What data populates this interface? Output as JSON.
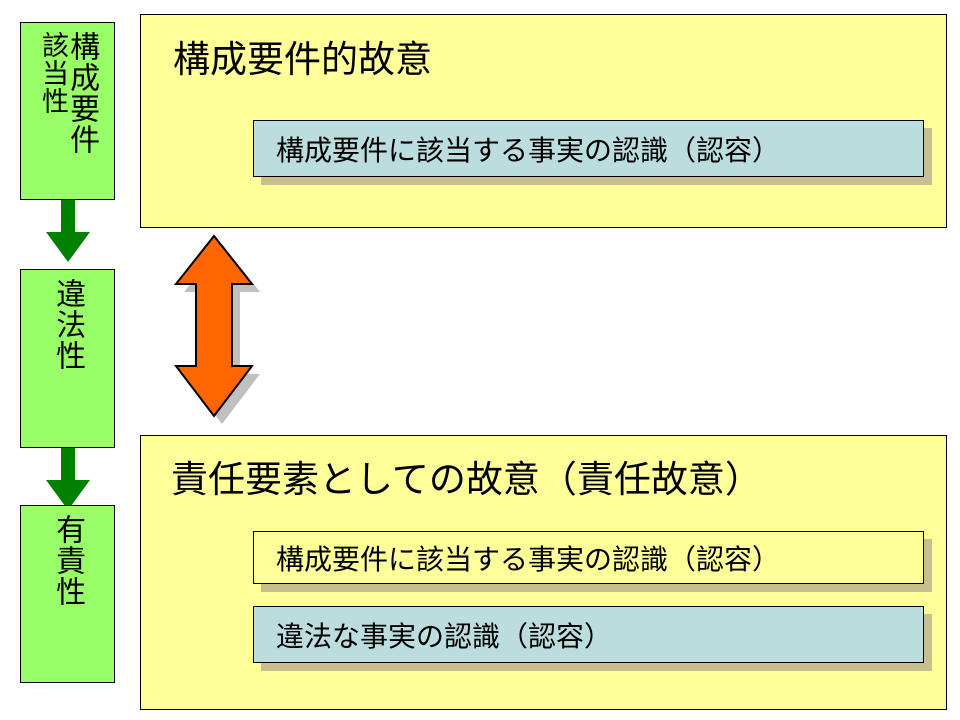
{
  "diagram": {
    "title_semantic": "criminal-law-intent-structure-diagram",
    "colors": {
      "stage_green": "#99ff66",
      "panel_yellow": "#ffff99",
      "inner_blue": "#bcdddd",
      "arrow_orange": "#ff6600",
      "arrow_green": "#008000",
      "shadow_khaki": "#c9be8d",
      "outline_black": "#000000",
      "page_background": "#ffffff"
    }
  },
  "stages": [
    {
      "id": "stage-1",
      "right_column": "構成要件",
      "left_column": "該当性"
    },
    {
      "id": "stage-2",
      "right_column": "違法性",
      "left_column": ""
    },
    {
      "id": "stage-3",
      "right_column": "有責性",
      "left_column": ""
    }
  ],
  "arrows": {
    "green_down_1": {
      "name": "green-down-arrow",
      "direction": "down",
      "color": "#008000"
    },
    "green_down_2": {
      "name": "green-down-arrow",
      "direction": "down",
      "color": "#008000"
    },
    "orange_double": {
      "name": "orange-double-arrow",
      "direction": "up-down",
      "color": "#ff6600"
    }
  },
  "panels": {
    "top": {
      "title": "構成要件的故意",
      "items": [
        {
          "text": "構成要件に該当する事実の認識（認容）",
          "fill": "blue"
        }
      ]
    },
    "bottom": {
      "title": "責任要素としての故意（責任故意）",
      "items": [
        {
          "text": "構成要件に該当する事実の認識（認容）",
          "fill": "yellow"
        },
        {
          "text": "違法な事実の認識（認容）",
          "fill": "blue"
        }
      ]
    }
  }
}
